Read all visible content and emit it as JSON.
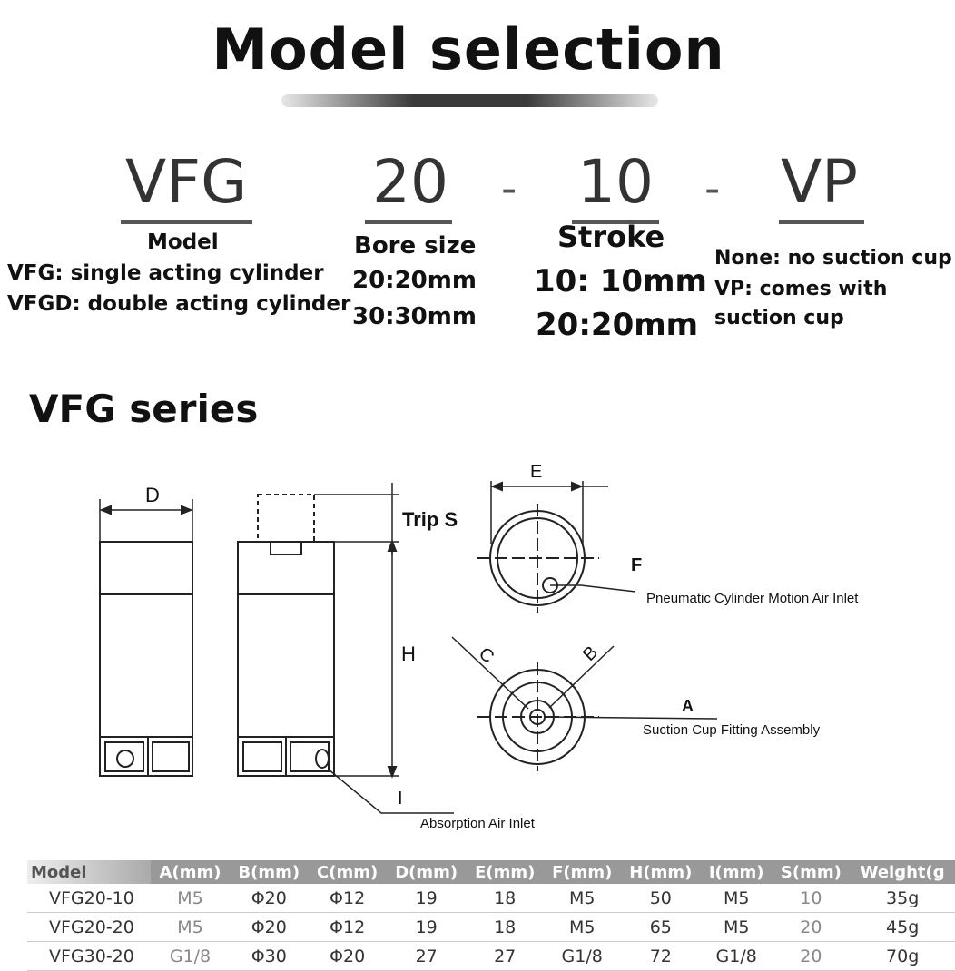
{
  "title": "Model selection",
  "code": {
    "part1": "VFG",
    "part2": "20",
    "sep1": "-",
    "part3": "10",
    "sep2": "-",
    "part4": "VP"
  },
  "model": {
    "heading": "Model",
    "line1": "VFG: single acting cylinder",
    "line2": "VFGD: double acting cylinder"
  },
  "bore": {
    "heading": "Bore size",
    "line1": "20:20mm",
    "line2": "30:30mm"
  },
  "stroke": {
    "heading": "Stroke",
    "line1": "10: 10mm",
    "line2": "20:20mm"
  },
  "cup": {
    "line1": "None: no suction cup",
    "line2": "VP: comes with",
    "line3": "suction cup"
  },
  "series_title": "VFG series",
  "diagram": {
    "label_d": "D",
    "label_trip": "Trip S",
    "label_h": "H",
    "label_e": "E",
    "label_f": "F",
    "text_motion_inlet": "Pneumatic Cylinder Motion Air Inlet",
    "label_c": "C",
    "label_b": "B",
    "label_a": "A",
    "text_suction": "Suction Cup Fitting Assembly",
    "label_i": "I",
    "text_absorption": "Absorption Air Inlet"
  },
  "table": {
    "headers": [
      "Model",
      "A(mm)",
      "B(mm)",
      "C(mm)",
      "D(mm)",
      "E(mm)",
      "F(mm)",
      "H(mm)",
      "I(mm)",
      "S(mm)",
      "Weight(g"
    ],
    "rows": [
      [
        "VFG20-10",
        "M5",
        "Φ20",
        "Φ12",
        "19",
        "18",
        "M5",
        "50",
        "M5",
        "10",
        "35g"
      ],
      [
        "VFG20-20",
        "M5",
        "Φ20",
        "Φ12",
        "19",
        "18",
        "M5",
        "65",
        "M5",
        "20",
        "45g"
      ],
      [
        "VFG30-20",
        "G1/8",
        "Φ30",
        "Φ20",
        "27",
        "27",
        "G1/8",
        "72",
        "G1/8",
        "20",
        "70g"
      ]
    ]
  }
}
